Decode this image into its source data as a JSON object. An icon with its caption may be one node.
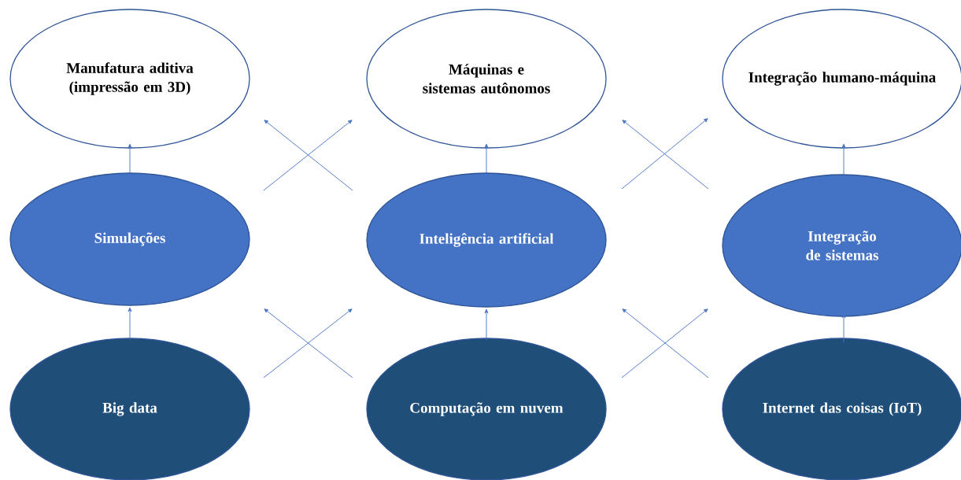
{
  "diagram": {
    "nodes": [
      {
        "text": [
          "Manufatura aditiva (impressão em 3D)"
        ]
      },
      {
        "text": [
          "Máquinas e sistemas autônomos"
        ]
      },
      {
        "text": [
          "Integração humano-máquina"
        ]
      },
      {
        "text": [
          "Simulações"
        ]
      },
      {
        "text": [
          "Inteligência artificial"
        ]
      },
      {
        "text": [
          "Integração de sistemas"
        ]
      },
      {
        "text": [
          "Big data"
        ]
      },
      {
        "text": [
          "Computação em nuvem"
        ]
      },
      {
        "text": [
          "Internet das coisas (IoT)"
        ]
      }
    ],
    "edges": [
      {
        "from": 3,
        "to": 0,
        "arrow": "to"
      },
      {
        "from": 4,
        "to": 1,
        "arrow": "to"
      },
      {
        "from": 5,
        "to": 2,
        "arrow": "to"
      },
      {
        "from": 6,
        "to": 3,
        "arrow": "to"
      },
      {
        "from": 7,
        "to": 4,
        "arrow": "to"
      },
      {
        "from": 8,
        "to": 5,
        "arrow": "to"
      },
      {
        "from": 3,
        "to": 1,
        "arrow": "to"
      },
      {
        "from": 4,
        "to": 0,
        "arrow": "to"
      },
      {
        "from": 4,
        "to": 2,
        "arrow": "to"
      },
      {
        "from": 5,
        "to": 1,
        "arrow": "to"
      },
      {
        "from": 6,
        "to": 4,
        "arrow": "to"
      },
      {
        "from": 7,
        "to": 3,
        "arrow": "to"
      },
      {
        "from": 7,
        "to": 5,
        "arrow": "to"
      },
      {
        "from": 8,
        "to": 4,
        "arrow": "to"
      }
    ]
  }
}
